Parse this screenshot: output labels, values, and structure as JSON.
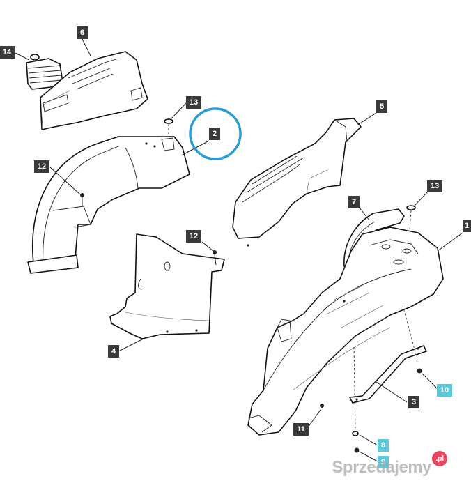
{
  "callouts": [
    {
      "id": "c14",
      "label": "14",
      "kind": "standard"
    },
    {
      "id": "c6",
      "label": "6",
      "kind": "standard"
    },
    {
      "id": "c13a",
      "label": "13",
      "kind": "standard"
    },
    {
      "id": "c2",
      "label": "2",
      "kind": "standard"
    },
    {
      "id": "c5",
      "label": "5",
      "kind": "standard"
    },
    {
      "id": "c12a",
      "label": "12",
      "kind": "standard"
    },
    {
      "id": "c12b",
      "label": "12",
      "kind": "standard"
    },
    {
      "id": "c13b",
      "label": "13",
      "kind": "standard"
    },
    {
      "id": "c7",
      "label": "7",
      "kind": "standard"
    },
    {
      "id": "c1",
      "label": "1",
      "kind": "standard"
    },
    {
      "id": "c4",
      "label": "4",
      "kind": "standard"
    },
    {
      "id": "c10",
      "label": "10",
      "kind": "hardware"
    },
    {
      "id": "c3",
      "label": "3",
      "kind": "standard"
    },
    {
      "id": "c11",
      "label": "11",
      "kind": "standard"
    },
    {
      "id": "c8",
      "label": "8",
      "kind": "hardware"
    },
    {
      "id": "c9",
      "label": "9",
      "kind": "hardware"
    }
  ],
  "highlight": {
    "target": "2",
    "color": "#2a9fd6"
  },
  "colors": {
    "standard_tag": "#3a3a3a",
    "hardware_tag": "#5bc8dc"
  },
  "watermark": {
    "text": "Sprzedajemy",
    "badge": ".pl"
  }
}
